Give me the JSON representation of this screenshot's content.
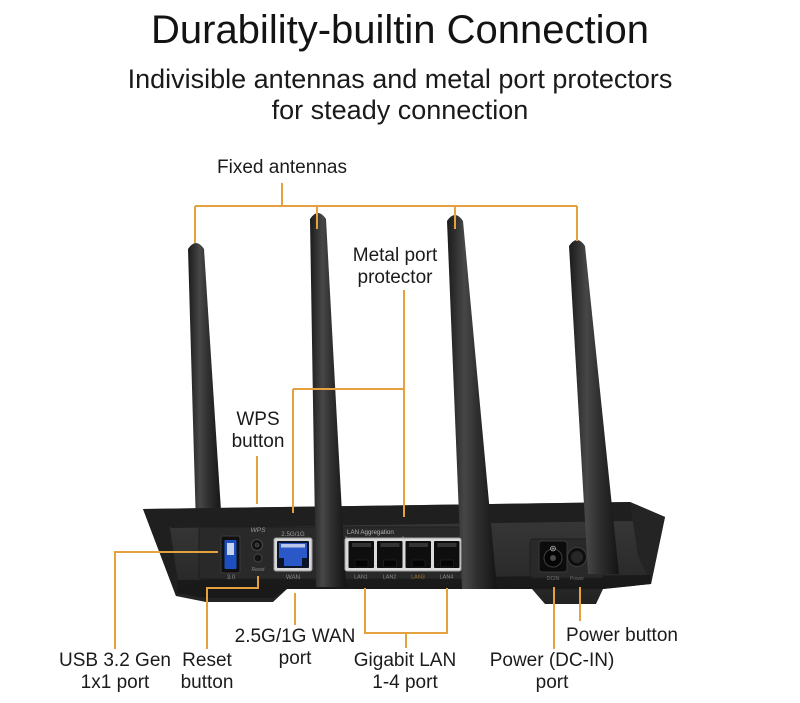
{
  "title": "Durability-builtin Connection",
  "subtitle": {
    "line1": "Indivisible antennas and metal port protectors",
    "line2": "for steady connection"
  },
  "colors": {
    "callout_line": "#E5A13D",
    "text": "#1b1b1b",
    "background": "#ffffff",
    "router_body": "#2e2e2e",
    "port_blue": "#2a58c9",
    "bezel_silver": "#dcdcdc"
  },
  "callouts": {
    "fixed_antennas": {
      "label": "Fixed antennas"
    },
    "metal_port_protector": {
      "line1": "Metal port",
      "line2": "protector"
    },
    "wps_button": {
      "line1": "WPS",
      "line2": "button"
    },
    "usb_port": {
      "line1": "USB 3.2 Gen",
      "line2": "1x1 port"
    },
    "reset_button": {
      "line1": "Reset",
      "line2": "button"
    },
    "wan_port": {
      "line1": "2.5G/1G WAN",
      "line2": "port"
    },
    "gigabit_lan": {
      "line1": "Gigabit LAN",
      "line2": "1-4 port"
    },
    "power_dcin": {
      "line1": "Power (DC-IN)",
      "line2": "port"
    },
    "power_button": {
      "label": "Power button"
    }
  },
  "device": {
    "description": "wifi-router-rear-view-with-four-antennas",
    "port_labels": {
      "usb": "3.0",
      "wps": "WPS",
      "reset": "Reset",
      "wan_top": "2.5G/1G",
      "wan_bottom": "WAN",
      "lan_aggregation": "LAN Aggregation",
      "lan1": "LAN1",
      "lan2": "LAN2",
      "lan3": "LAN3",
      "lan4": "LAN4",
      "dcin": "DCIN",
      "power": "Power"
    }
  }
}
